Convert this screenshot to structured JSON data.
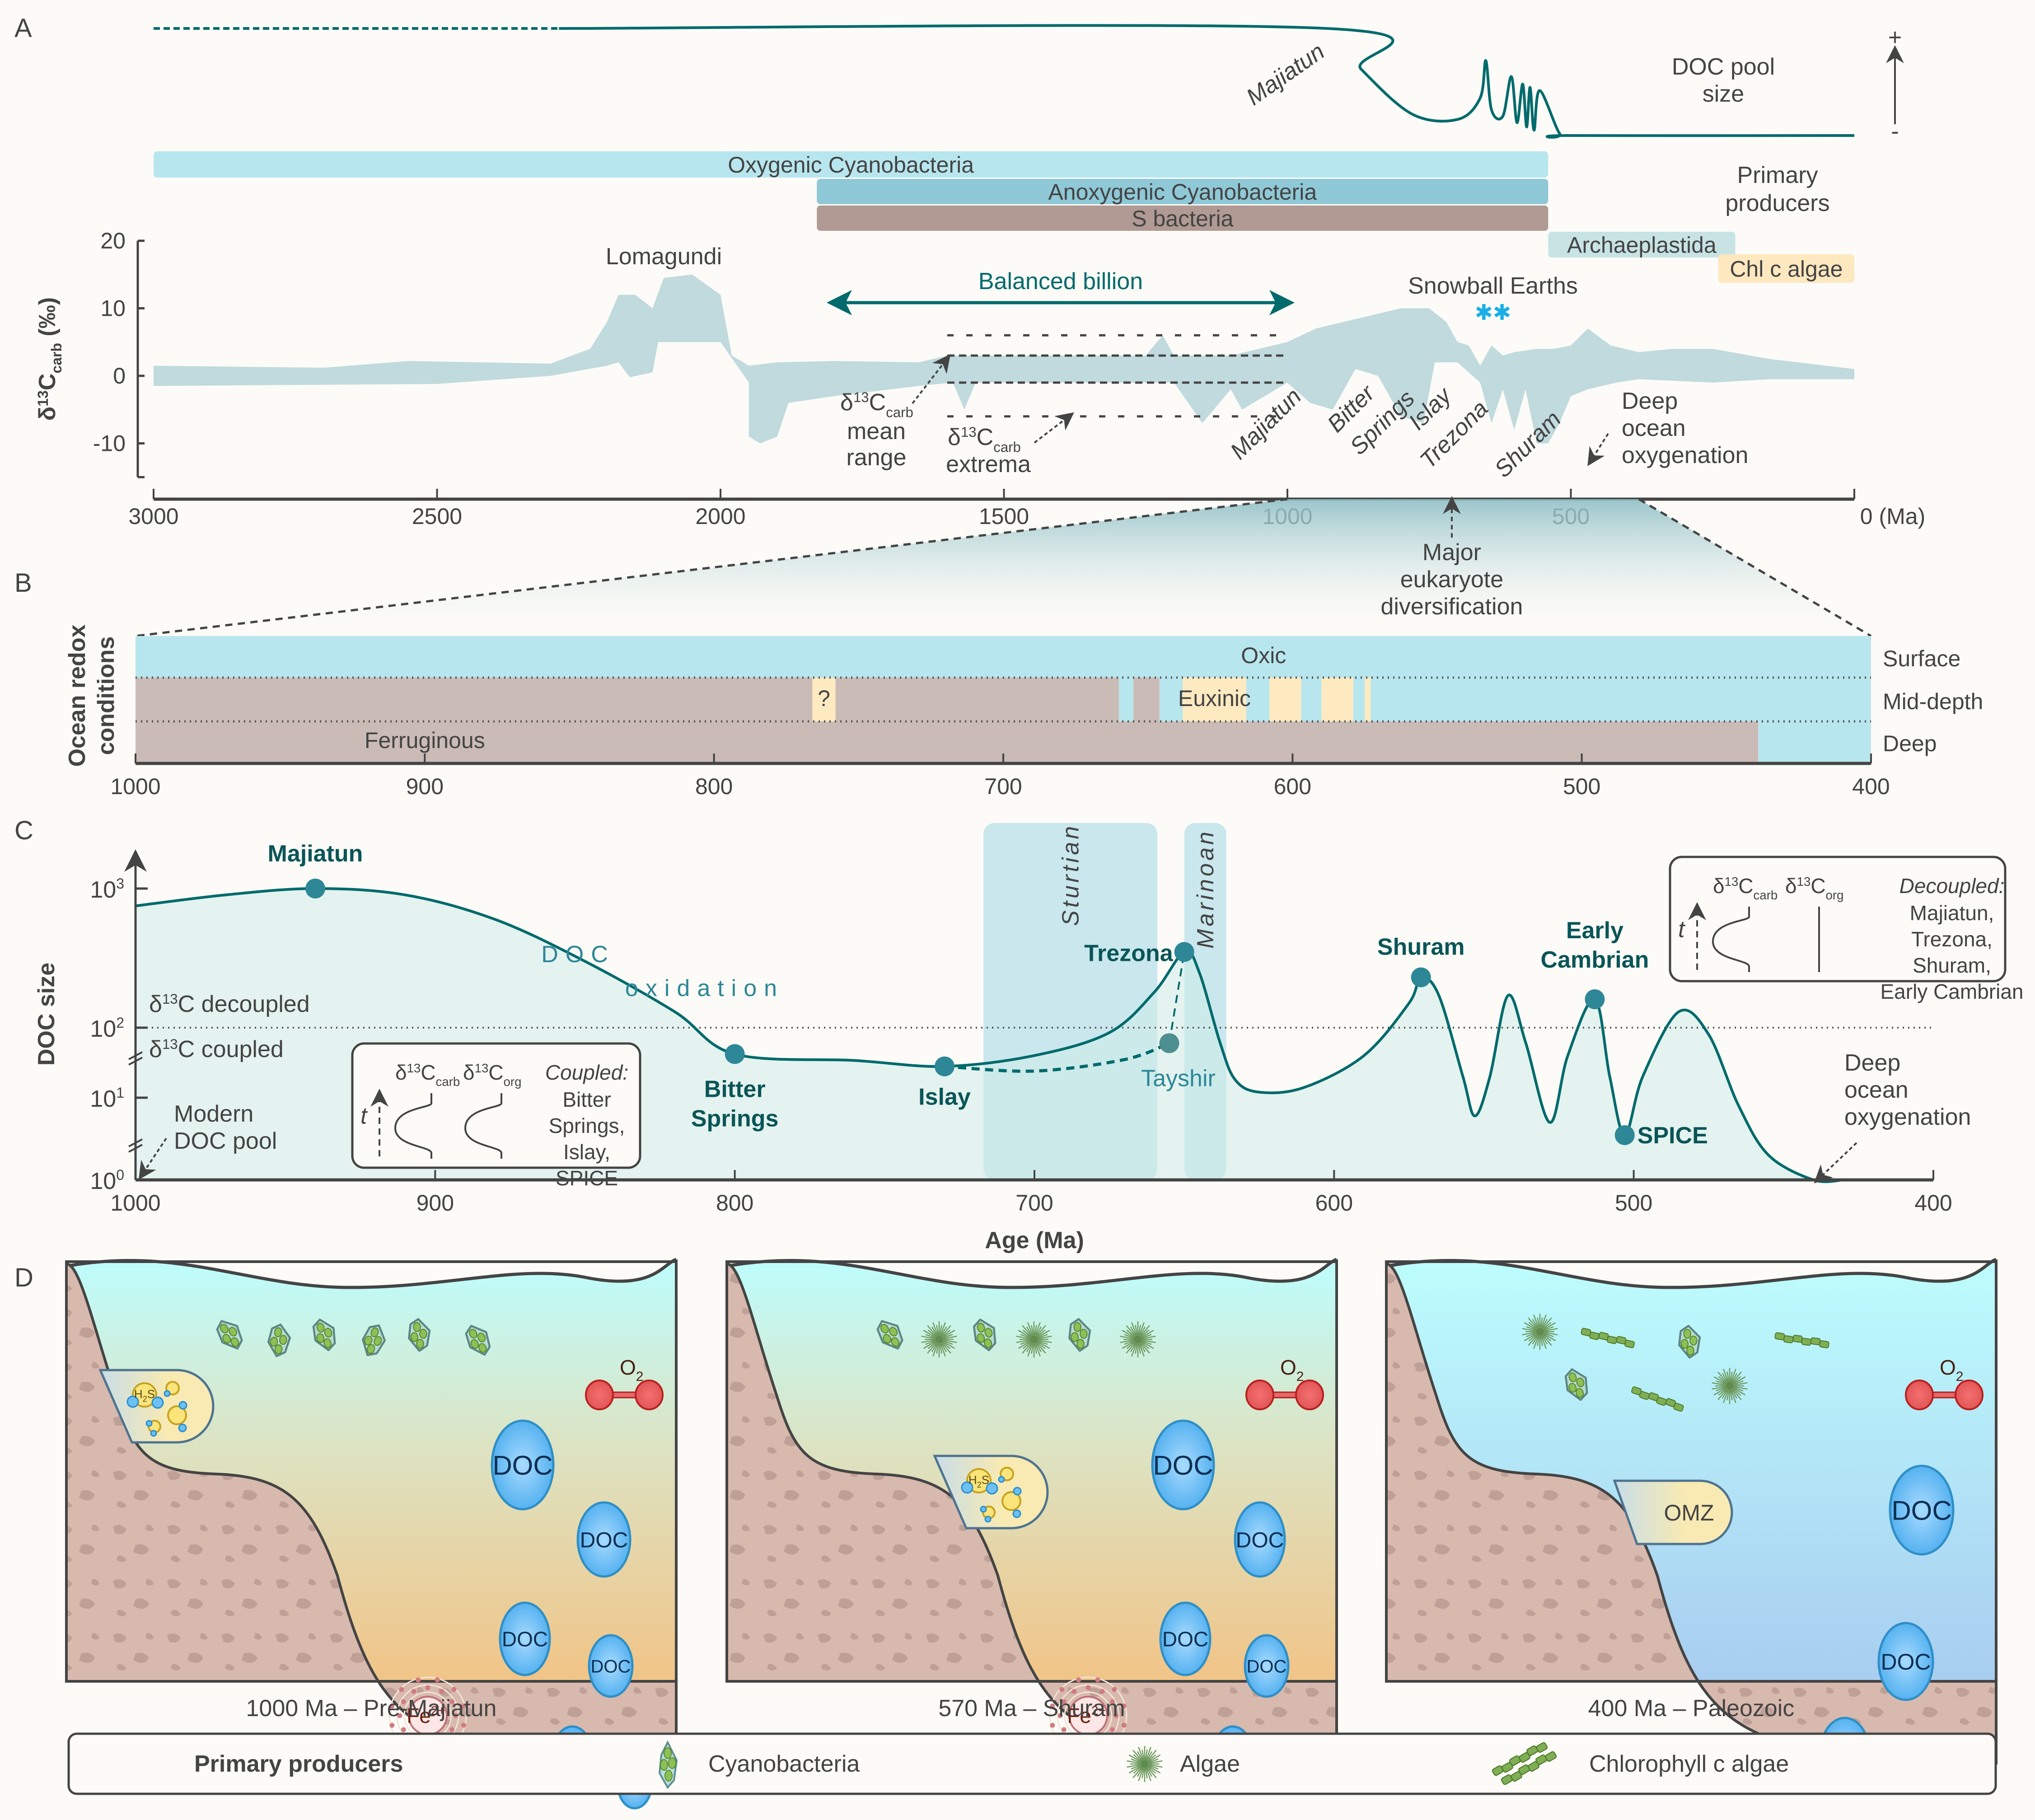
{
  "panel_letters": [
    "A",
    "B",
    "C",
    "D"
  ],
  "chart_data": [
    {
      "id": "A",
      "type": "area",
      "title": "",
      "doc_pool": {
        "label": "DOC pool size",
        "label_lines": [
          "DOC pool",
          "size"
        ],
        "scale_plus": "+",
        "scale_minus": "-",
        "dashed_until_ma": 2285,
        "annotation": "Majiatun",
        "curve_relative": [
          [
            3000,
            1
          ],
          [
            2285,
            1
          ],
          [
            930,
            1
          ],
          [
            870,
            0.62
          ],
          [
            780,
            0.2
          ],
          [
            700,
            0.15
          ],
          [
            660,
            0.35
          ],
          [
            650,
            0.7
          ],
          [
            640,
            0.24
          ],
          [
            620,
            0.18
          ],
          [
            605,
            0.55
          ],
          [
            595,
            0.12
          ],
          [
            585,
            0.48
          ],
          [
            578,
            0.08
          ],
          [
            572,
            0.45
          ],
          [
            565,
            0.05
          ],
          [
            555,
            0.42
          ],
          [
            520,
            0.02
          ],
          [
            500,
            0
          ],
          [
            0,
            0
          ]
        ]
      },
      "primary_producers": {
        "label_lines": [
          "Primary",
          "producers"
        ],
        "bars": [
          {
            "name": "Oxygenic Cyanobacteria",
            "start_ma": 3000,
            "end_ma": 540,
            "color": "#b8e6ee"
          },
          {
            "name": "Anoxygenic Cyanobacteria",
            "start_ma": 1830,
            "end_ma": 540,
            "color": "#8fc8d6"
          },
          {
            "name": "S bacteria",
            "start_ma": 1830,
            "end_ma": 540,
            "color": "#b09a93"
          },
          {
            "name": "Archaeplastida",
            "start_ma": 540,
            "end_ma": 210,
            "color": "#c8e3e4"
          },
          {
            "name": "Chl c algae",
            "start_ma": 240,
            "end_ma": 0,
            "color": "#fde8c0"
          }
        ]
      },
      "d13c": {
        "ylabel": "δ13Ccarb (‰)",
        "ylim": [
          -15,
          20
        ],
        "yticks": [
          20,
          10,
          0,
          -10
        ],
        "xlim": [
          3000,
          0
        ],
        "xticks": [
          3000,
          2500,
          2000,
          1500,
          1000,
          500,
          0
        ],
        "xtick_labels": [
          "3000",
          "2500",
          "2000",
          "1500",
          "1000",
          "500",
          "0 (Ma)"
        ],
        "band_upper": [
          [
            3000,
            1.5
          ],
          [
            2700,
            1.2
          ],
          [
            2550,
            2.2
          ],
          [
            2300,
            1.8
          ],
          [
            2230,
            4
          ],
          [
            2200,
            8
          ],
          [
            2180,
            12
          ],
          [
            2150,
            12
          ],
          [
            2120,
            10
          ],
          [
            2100,
            14.5
          ],
          [
            2050,
            15
          ],
          [
            2000,
            12
          ],
          [
            1980,
            3
          ],
          [
            1950,
            1.5
          ],
          [
            1900,
            2
          ],
          [
            1800,
            2.2
          ],
          [
            1650,
            2
          ],
          [
            1600,
            3
          ],
          [
            1480,
            3
          ],
          [
            1300,
            3
          ],
          [
            1250,
            3
          ],
          [
            1220,
            6
          ],
          [
            1200,
            3
          ],
          [
            1100,
            3
          ],
          [
            1000,
            5
          ],
          [
            950,
            7
          ],
          [
            900,
            8
          ],
          [
            850,
            9
          ],
          [
            800,
            10
          ],
          [
            750,
            10
          ],
          [
            720,
            8
          ],
          [
            700,
            5
          ],
          [
            680,
            4.5
          ],
          [
            660,
            1.5
          ],
          [
            640,
            4.5
          ],
          [
            620,
            3
          ],
          [
            600,
            3.5
          ],
          [
            560,
            4
          ],
          [
            530,
            4
          ],
          [
            500,
            4.5
          ],
          [
            470,
            7
          ],
          [
            430,
            4.5
          ],
          [
            380,
            3.5
          ],
          [
            320,
            4
          ],
          [
            250,
            4
          ],
          [
            150,
            2.5
          ],
          [
            0,
            1
          ]
        ],
        "band_lower": [
          [
            3000,
            -1.5
          ],
          [
            2500,
            -1.2
          ],
          [
            2300,
            0
          ],
          [
            2200,
            1.5
          ],
          [
            2180,
            2
          ],
          [
            2160,
            -0.2
          ],
          [
            2120,
            0.5
          ],
          [
            2110,
            5
          ],
          [
            2050,
            5
          ],
          [
            2000,
            5
          ],
          [
            1950,
            -1
          ],
          [
            1950,
            -9
          ],
          [
            1930,
            -10
          ],
          [
            1900,
            -9
          ],
          [
            1880,
            -4
          ],
          [
            1800,
            -3
          ],
          [
            1700,
            -2
          ],
          [
            1650,
            -1.5
          ],
          [
            1590,
            -1
          ],
          [
            1570,
            -5
          ],
          [
            1550,
            -1
          ],
          [
            1300,
            -1
          ],
          [
            1200,
            -1
          ],
          [
            1150,
            -7
          ],
          [
            1100,
            -2
          ],
          [
            1080,
            -5
          ],
          [
            1000,
            -1
          ],
          [
            960,
            -4
          ],
          [
            920,
            -5
          ],
          [
            880,
            1
          ],
          [
            840,
            0
          ],
          [
            800,
            -6
          ],
          [
            760,
            -7
          ],
          [
            740,
            2
          ],
          [
            700,
            2
          ],
          [
            660,
            -1
          ],
          [
            640,
            -7
          ],
          [
            620,
            -2
          ],
          [
            600,
            -8
          ],
          [
            580,
            -2
          ],
          [
            560,
            -10
          ],
          [
            540,
            -10
          ],
          [
            520,
            -7
          ],
          [
            500,
            -3
          ],
          [
            470,
            -2
          ],
          [
            420,
            -1
          ],
          [
            380,
            -0.5
          ],
          [
            300,
            -0.8
          ],
          [
            250,
            -1
          ],
          [
            150,
            -0.5
          ],
          [
            0,
            -0.5
          ]
        ],
        "mean_range_lines": [
          3,
          -1
        ],
        "extrema_lines": [
          6,
          -6
        ],
        "mean_range_extent_ma": [
          1600,
          1000
        ],
        "annotations": {
          "lomagundi": "Lomagundi",
          "balanced_billion": "Balanced billion",
          "balanced_billion_ma": [
            1800,
            1000
          ],
          "snowball": "Snowball Earths",
          "snowflakes": "✱✱",
          "mean_range": [
            "δ13Ccarb",
            "mean",
            "range"
          ],
          "extrema": [
            "δ13Ccarb",
            "extrema"
          ],
          "events": [
            "Majiatun",
            "Bitter Springs",
            "Islay",
            "Trezona",
            "Shuram"
          ],
          "deep_ocean": [
            "Deep",
            "ocean",
            "oxygenation"
          ],
          "eukaryote": [
            "Major",
            "eukaryote",
            "diversification"
          ],
          "eukaryote_ma": 710
        }
      }
    },
    {
      "id": "B",
      "type": "heatmap",
      "ylabel": "Ocean redox conditions",
      "xlim": [
        1000,
        400
      ],
      "xticks": [
        1000,
        900,
        800,
        700,
        600,
        500,
        400
      ],
      "rows": [
        "Surface",
        "Mid-depth",
        "Deep"
      ],
      "labels": {
        "oxic": "Oxic",
        "euxinic": "Euxinic",
        "ferruginous": "Ferruginous",
        "unknown": "?"
      },
      "colors": {
        "oxic": "#b8e6ee",
        "ferruginous": "#cbbbb6",
        "euxinic": "#feeac0"
      },
      "surface": [
        {
          "from": 1000,
          "to": 400,
          "state": "oxic"
        }
      ],
      "mid_depth": [
        {
          "from": 1000,
          "to": 766,
          "state": "ferruginous"
        },
        {
          "from": 766,
          "to": 758,
          "state": "euxinic",
          "label": "?"
        },
        {
          "from": 758,
          "to": 660,
          "state": "ferruginous"
        },
        {
          "from": 660,
          "to": 655,
          "state": "oxic"
        },
        {
          "from": 655,
          "to": 646,
          "state": "ferruginous"
        },
        {
          "from": 646,
          "to": 638,
          "state": "oxic"
        },
        {
          "from": 638,
          "to": 616,
          "state": "euxinic",
          "label": "Euxinic"
        },
        {
          "from": 616,
          "to": 608,
          "state": "oxic"
        },
        {
          "from": 608,
          "to": 597,
          "state": "euxinic"
        },
        {
          "from": 597,
          "to": 590,
          "state": "oxic"
        },
        {
          "from": 590,
          "to": 579,
          "state": "euxinic"
        },
        {
          "from": 579,
          "to": 575,
          "state": "oxic"
        },
        {
          "from": 575,
          "to": 573,
          "state": "euxinic"
        },
        {
          "from": 573,
          "to": 400,
          "state": "oxic"
        }
      ],
      "deep": [
        {
          "from": 1000,
          "to": 439,
          "state": "ferruginous",
          "label": "Ferruginous"
        },
        {
          "from": 439,
          "to": 400,
          "state": "oxic"
        }
      ]
    },
    {
      "id": "C",
      "type": "line",
      "xlabel": "Age (Ma)",
      "ylabel": "DOC size",
      "xlim": [
        1000,
        400
      ],
      "xticks": [
        1000,
        900,
        800,
        700,
        600,
        500,
        400
      ],
      "yticks": [
        {
          "value": 1000,
          "label": "10",
          "exp": "3"
        },
        {
          "value": 100,
          "label": "10",
          "exp": "2"
        },
        {
          "value": 10,
          "label": "10",
          "exp": "1"
        },
        {
          "value": 1,
          "label": "10",
          "exp": "0"
        }
      ],
      "threshold": 100,
      "threshold_labels": {
        "above": "δ13C decoupled",
        "below": "δ13C coupled"
      },
      "glaciations": [
        {
          "name": "Sturtian",
          "from": 717,
          "to": 659
        },
        {
          "name": "Marinoan",
          "from": 650,
          "to": 636
        }
      ],
      "curve": [
        [
          1000,
          750
        ],
        [
          970,
          900
        ],
        [
          940,
          1000
        ],
        [
          910,
          900
        ],
        [
          880,
          600
        ],
        [
          850,
          300
        ],
        [
          820,
          130
        ],
        [
          800,
          42
        ],
        [
          760,
          34
        ],
        [
          730,
          28
        ],
        [
          700,
          40
        ],
        [
          675,
          85
        ],
        [
          660,
          180
        ],
        [
          650,
          350
        ],
        [
          645,
          250
        ],
        [
          638,
          60
        ],
        [
          633,
          18
        ],
        [
          625,
          12
        ],
        [
          610,
          14
        ],
        [
          590,
          40
        ],
        [
          575,
          150
        ],
        [
          571,
          230
        ],
        [
          565,
          170
        ],
        [
          557,
          20
        ],
        [
          553,
          6
        ],
        [
          548,
          20
        ],
        [
          542,
          170
        ],
        [
          536,
          60
        ],
        [
          528,
          5
        ],
        [
          522,
          40
        ],
        [
          513,
          160
        ],
        [
          508,
          20
        ],
        [
          503,
          3.5
        ],
        [
          497,
          20
        ],
        [
          485,
          130
        ],
        [
          475,
          80
        ],
        [
          465,
          8
        ],
        [
          455,
          2
        ],
        [
          440,
          1
        ],
        [
          430,
          1
        ]
      ],
      "tayshir_branch": [
        [
          730,
          28
        ],
        [
          700,
          24
        ],
        [
          670,
          35
        ],
        [
          655,
          60
        ],
        [
          650,
          350
        ]
      ],
      "points": [
        {
          "name": "Majiatun",
          "ma": 940,
          "value": 1000
        },
        {
          "name": "Bitter Springs",
          "ma": 800,
          "value": 42
        },
        {
          "name": "Islay",
          "ma": 730,
          "value": 28
        },
        {
          "name": "Trezona",
          "ma": 650,
          "value": 350
        },
        {
          "name": "Tayshir",
          "ma": 655,
          "value": 60
        },
        {
          "name": "Shuram",
          "ma": 571,
          "value": 230
        },
        {
          "name": "Early Cambrian",
          "ma": 513,
          "value": 160
        },
        {
          "name": "SPICE",
          "ma": 503,
          "value": 3.5
        }
      ],
      "point_labels": {
        "bitter_springs": [
          "Bitter",
          "Springs"
        ],
        "early_cambrian": [
          "Early",
          "Cambrian"
        ]
      },
      "doc_oxidation": [
        "D O C",
        "o x i d a t i o n"
      ],
      "modern_pool": [
        "Modern",
        "DOC pool"
      ],
      "deep_ocean": [
        "Deep",
        "ocean",
        "oxygenation"
      ],
      "inset_coupled": {
        "title": "Coupled:",
        "items": [
          "Bitter",
          "Springs,",
          "Islay,",
          "SPICE"
        ],
        "carb": "δ13Ccarb",
        "org": "δ13Corg",
        "t": "t"
      },
      "inset_decoupled": {
        "title": "Decoupled:",
        "items": [
          "Majiatun,",
          "Trezona,",
          "Shuram,",
          "Early Cambrian"
        ],
        "carb": "δ13Ccarb",
        "org": "δ13Corg",
        "t": "t"
      }
    }
  ],
  "panel_d": {
    "scenes": [
      {
        "caption": "1000 Ma – Pre-Majiatun",
        "mode": "ferruginous",
        "pocket": "H2S",
        "has_fe": true,
        "doc_count": 6,
        "producers": [
          "cyano",
          "cyano",
          "cyano",
          "cyano",
          "cyano",
          "cyano"
        ]
      },
      {
        "caption": "570 Ma – Shuram",
        "mode": "ferruginous",
        "pocket": "H2S",
        "has_fe": true,
        "doc_count": 5,
        "producers": [
          "cyano",
          "algae",
          "cyano",
          "algae",
          "cyano",
          "algae"
        ]
      },
      {
        "caption": "400 Ma – Paleozoic",
        "mode": "oxic",
        "pocket": "OMZ",
        "has_fe": false,
        "doc_count": 3,
        "producers": [
          "algae",
          "chl",
          "cyano",
          "chl",
          "cyano",
          "algae",
          "chl"
        ]
      }
    ],
    "o2": "O2",
    "doc": "DOC",
    "fe": "Fe2+",
    "h2s": "H2S",
    "omz": "OMZ"
  },
  "legend": {
    "title": "Primary producers",
    "items": [
      {
        "icon": "cyanobacteria-icon",
        "label": "Cyanobacteria"
      },
      {
        "icon": "algae-icon",
        "label": "Algae"
      },
      {
        "icon": "chlorophyll-c-algae-icon",
        "label": "Chlorophyll c algae"
      }
    ]
  }
}
